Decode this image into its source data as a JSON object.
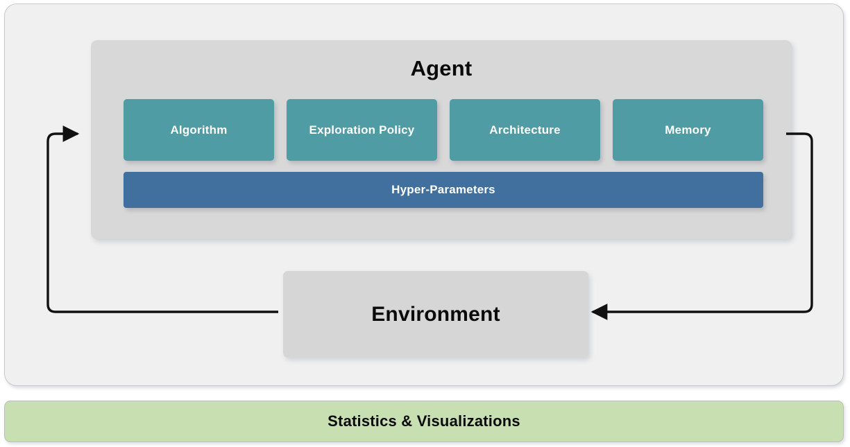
{
  "diagram": {
    "title_implicit": "",
    "outer_panel": {
      "name": "agent-environment-loop"
    },
    "agent": {
      "title": "Agent",
      "components": [
        {
          "label": "Algorithm"
        },
        {
          "label": "Exploration Policy"
        },
        {
          "label": "Architecture"
        },
        {
          "label": "Memory"
        }
      ],
      "hyper_parameters": {
        "label": "Hyper-Parameters"
      }
    },
    "environment": {
      "label": "Environment"
    },
    "statistics": {
      "label": "Statistics & Visualizations"
    },
    "arrows": [
      {
        "name": "environment-to-agent",
        "direction": "left-loop-up-right"
      },
      {
        "name": "agent-to-environment",
        "direction": "right-loop-down-left"
      }
    ],
    "colors": {
      "canvas": "#ffffff",
      "outer_panel_bg": "#f0f0f0",
      "outer_panel_border": "#c9c9c9",
      "agent_bg": "#d8d8d8",
      "component_card": "#4f9ca4",
      "hyper_parameters": "#42709e",
      "environment_bg": "#d6d6d6",
      "statistics_bg": "#c7dfb1",
      "statistics_border": "#bdbdbd",
      "arrow_stroke": "#111111",
      "card_text": "#ffffff",
      "heading_text": "#0a0a0a"
    }
  }
}
